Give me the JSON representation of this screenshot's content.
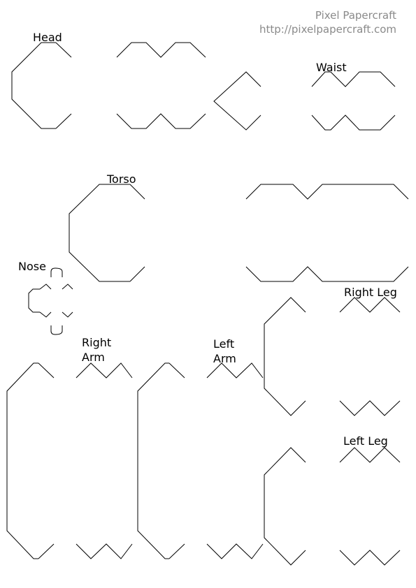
{
  "brand": {
    "title": "Pixel Papercraft",
    "url": "http://pixelpapercraft.com"
  },
  "labels": {
    "head": "Head",
    "waist": "Waist",
    "torso": "Torso",
    "nose": "Nose",
    "right_leg": "Right Leg",
    "right_arm": "Right\nArm",
    "left_arm": "Left\nArm",
    "left_leg": "Left Leg"
  },
  "colors": {
    "line": "#000000",
    "brand_text": "#8a8a8a"
  }
}
